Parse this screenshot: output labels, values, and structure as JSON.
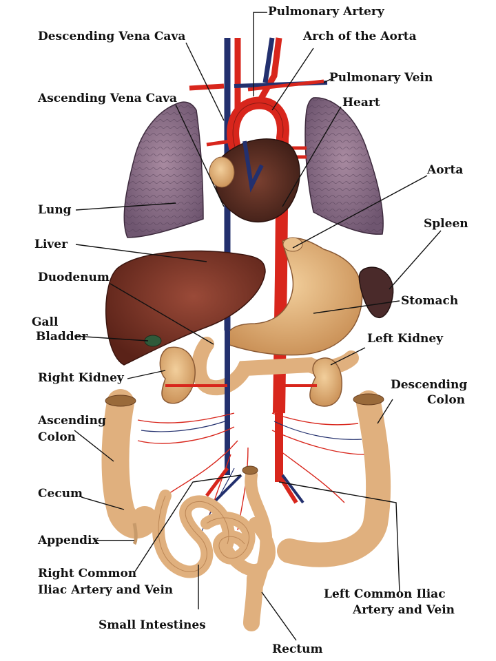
{
  "labels": {
    "pulmonary_artery": "Pulmonary Artery",
    "descending_vena_cava": "Descending Vena Cava",
    "arch_of_aorta": "Arch of the Aorta",
    "pulmonary_vein": "Pulmonary Vein",
    "ascending_vena_cava": "Ascending Vena Cava",
    "heart": "Heart",
    "aorta": "Aorta",
    "lung": "Lung",
    "spleen": "Spleen",
    "liver": "Liver",
    "duodenum": "Duodenum",
    "stomach": "Stomach",
    "gall_bladder_1": "Gall",
    "gall_bladder_2": "Bladder",
    "left_kidney": "Left Kidney",
    "right_kidney": "Right Kidney",
    "descending_colon_1": "Descending",
    "descending_colon_2": "Colon",
    "ascending_colon_1": "Ascending",
    "ascending_colon_2": "Colon",
    "cecum": "Cecum",
    "appendix": "Appendix",
    "right_iliac_1": "Right Common",
    "right_iliac_2": "Iliac Artery and Vein",
    "left_iliac_1": "Left Common Iliac",
    "left_iliac_2": "Artery and Vein",
    "small_intestines": "Small Intestines",
    "rectum": "Rectum"
  },
  "colors": {
    "artery": "#d8261c",
    "vein": "#23306e",
    "lung": "#8a6f86",
    "liver": "#6e2e22",
    "organ_tan": "#e0b07e",
    "spleen": "#4a2a2a",
    "leader": "#111111"
  }
}
